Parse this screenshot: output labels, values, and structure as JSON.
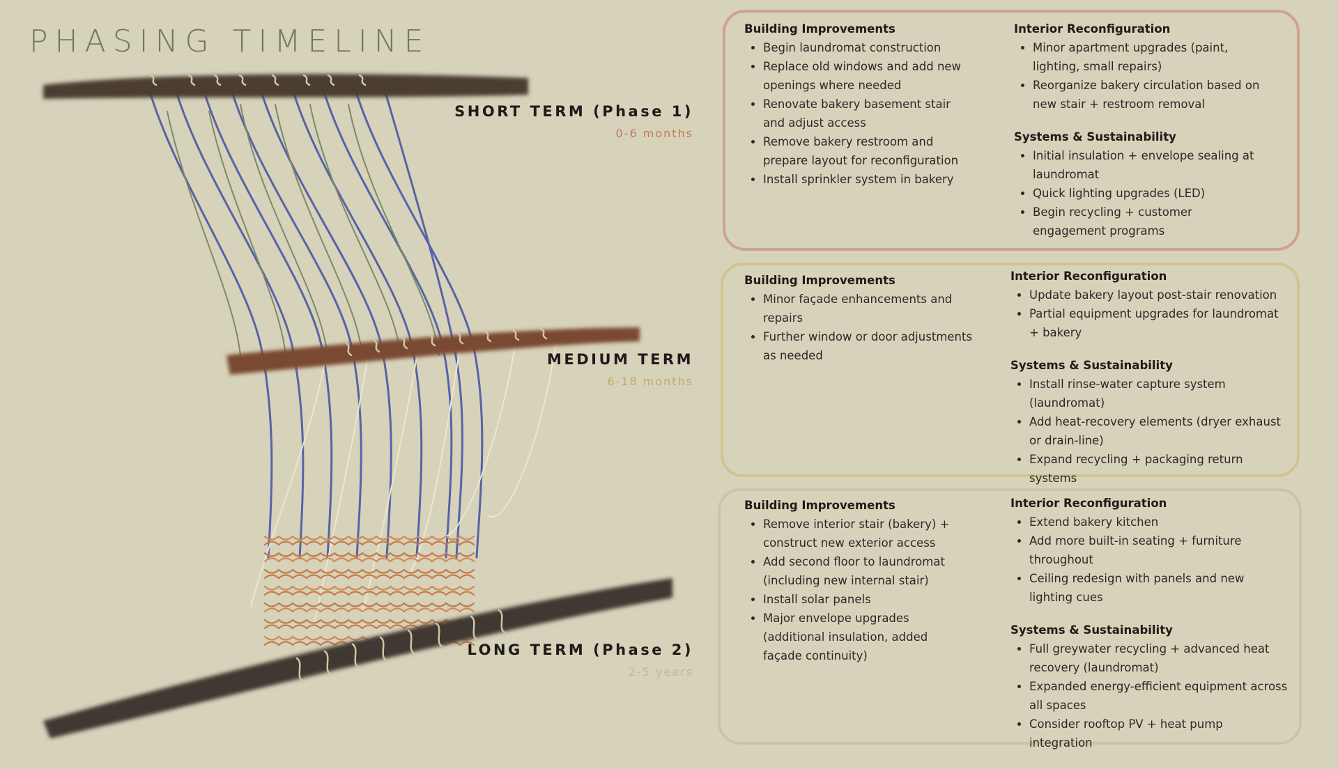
{
  "title": "PHASING TIMELINE",
  "phases": {
    "short": {
      "name": "SHORT TERM (Phase 1)",
      "range": "0-6 months",
      "range_color": "#c07a52",
      "building": {
        "heading": "Building Improvements",
        "items": [
          "Begin laundromat construction",
          "Replace old windows and add new openings where needed",
          "Renovate bakery basement stair and adjust access",
          "Remove bakery restroom and prepare layout for reconfiguration",
          "Install sprinkler system in bakery"
        ]
      },
      "interior": {
        "heading": "Interior Reconfiguration",
        "items": [
          "Minor apartment upgrades (paint, lighting, small repairs)",
          "Reorganize bakery circulation based on new stair + restroom removal"
        ]
      },
      "systems": {
        "heading": "Systems & Sustainability",
        "items": [
          "Initial insulation + envelope sealing at laundromat",
          "Quick lighting upgrades (LED)",
          "Begin recycling + customer engagement programs"
        ]
      }
    },
    "medium": {
      "name": "MEDIUM TERM",
      "range": "6-18 months",
      "range_color": "#c2ad5c",
      "building": {
        "heading": "Building Improvements",
        "items": [
          "Minor façade enhancements and repairs",
          "Further window or door adjustments as needed"
        ]
      },
      "interior": {
        "heading": "Interior Reconfiguration",
        "items": [
          "Update bakery layout post-stair renovation",
          "Partial equipment upgrades for laundromat + bakery"
        ]
      },
      "systems": {
        "heading": "Systems & Sustainability",
        "items": [
          "Install rinse-water capture system (laundromat)",
          "Add heat-recovery elements (dryer exhaust or drain-line)",
          "Expand recycling + packaging return systems"
        ]
      }
    },
    "long": {
      "name": "LONG TERM (Phase 2)",
      "range": "2-5 years",
      "range_color": "#b6b9a4",
      "building": {
        "heading": "Building Improvements",
        "items": [
          "Remove interior stair (bakery) + construct new exterior access",
          "Add second floor to laundromat (including new internal stair)",
          "Install solar panels",
          "Major envelope upgrades (additional insulation, added façade continuity)"
        ]
      },
      "interior": {
        "heading": "Interior Reconfiguration",
        "items": [
          "Extend bakery kitchen",
          "Add more built-in seating + furniture throughout",
          "Ceiling redesign with panels and new lighting cues"
        ]
      },
      "systems": {
        "heading": "Systems & Sustainability",
        "items": [
          "Full greywater recycling + advanced heat recovery (laundromat)",
          "Expanded energy-efficient equipment across all spaces",
          "Consider rooftop PV + heat pump integration"
        ]
      }
    }
  }
}
